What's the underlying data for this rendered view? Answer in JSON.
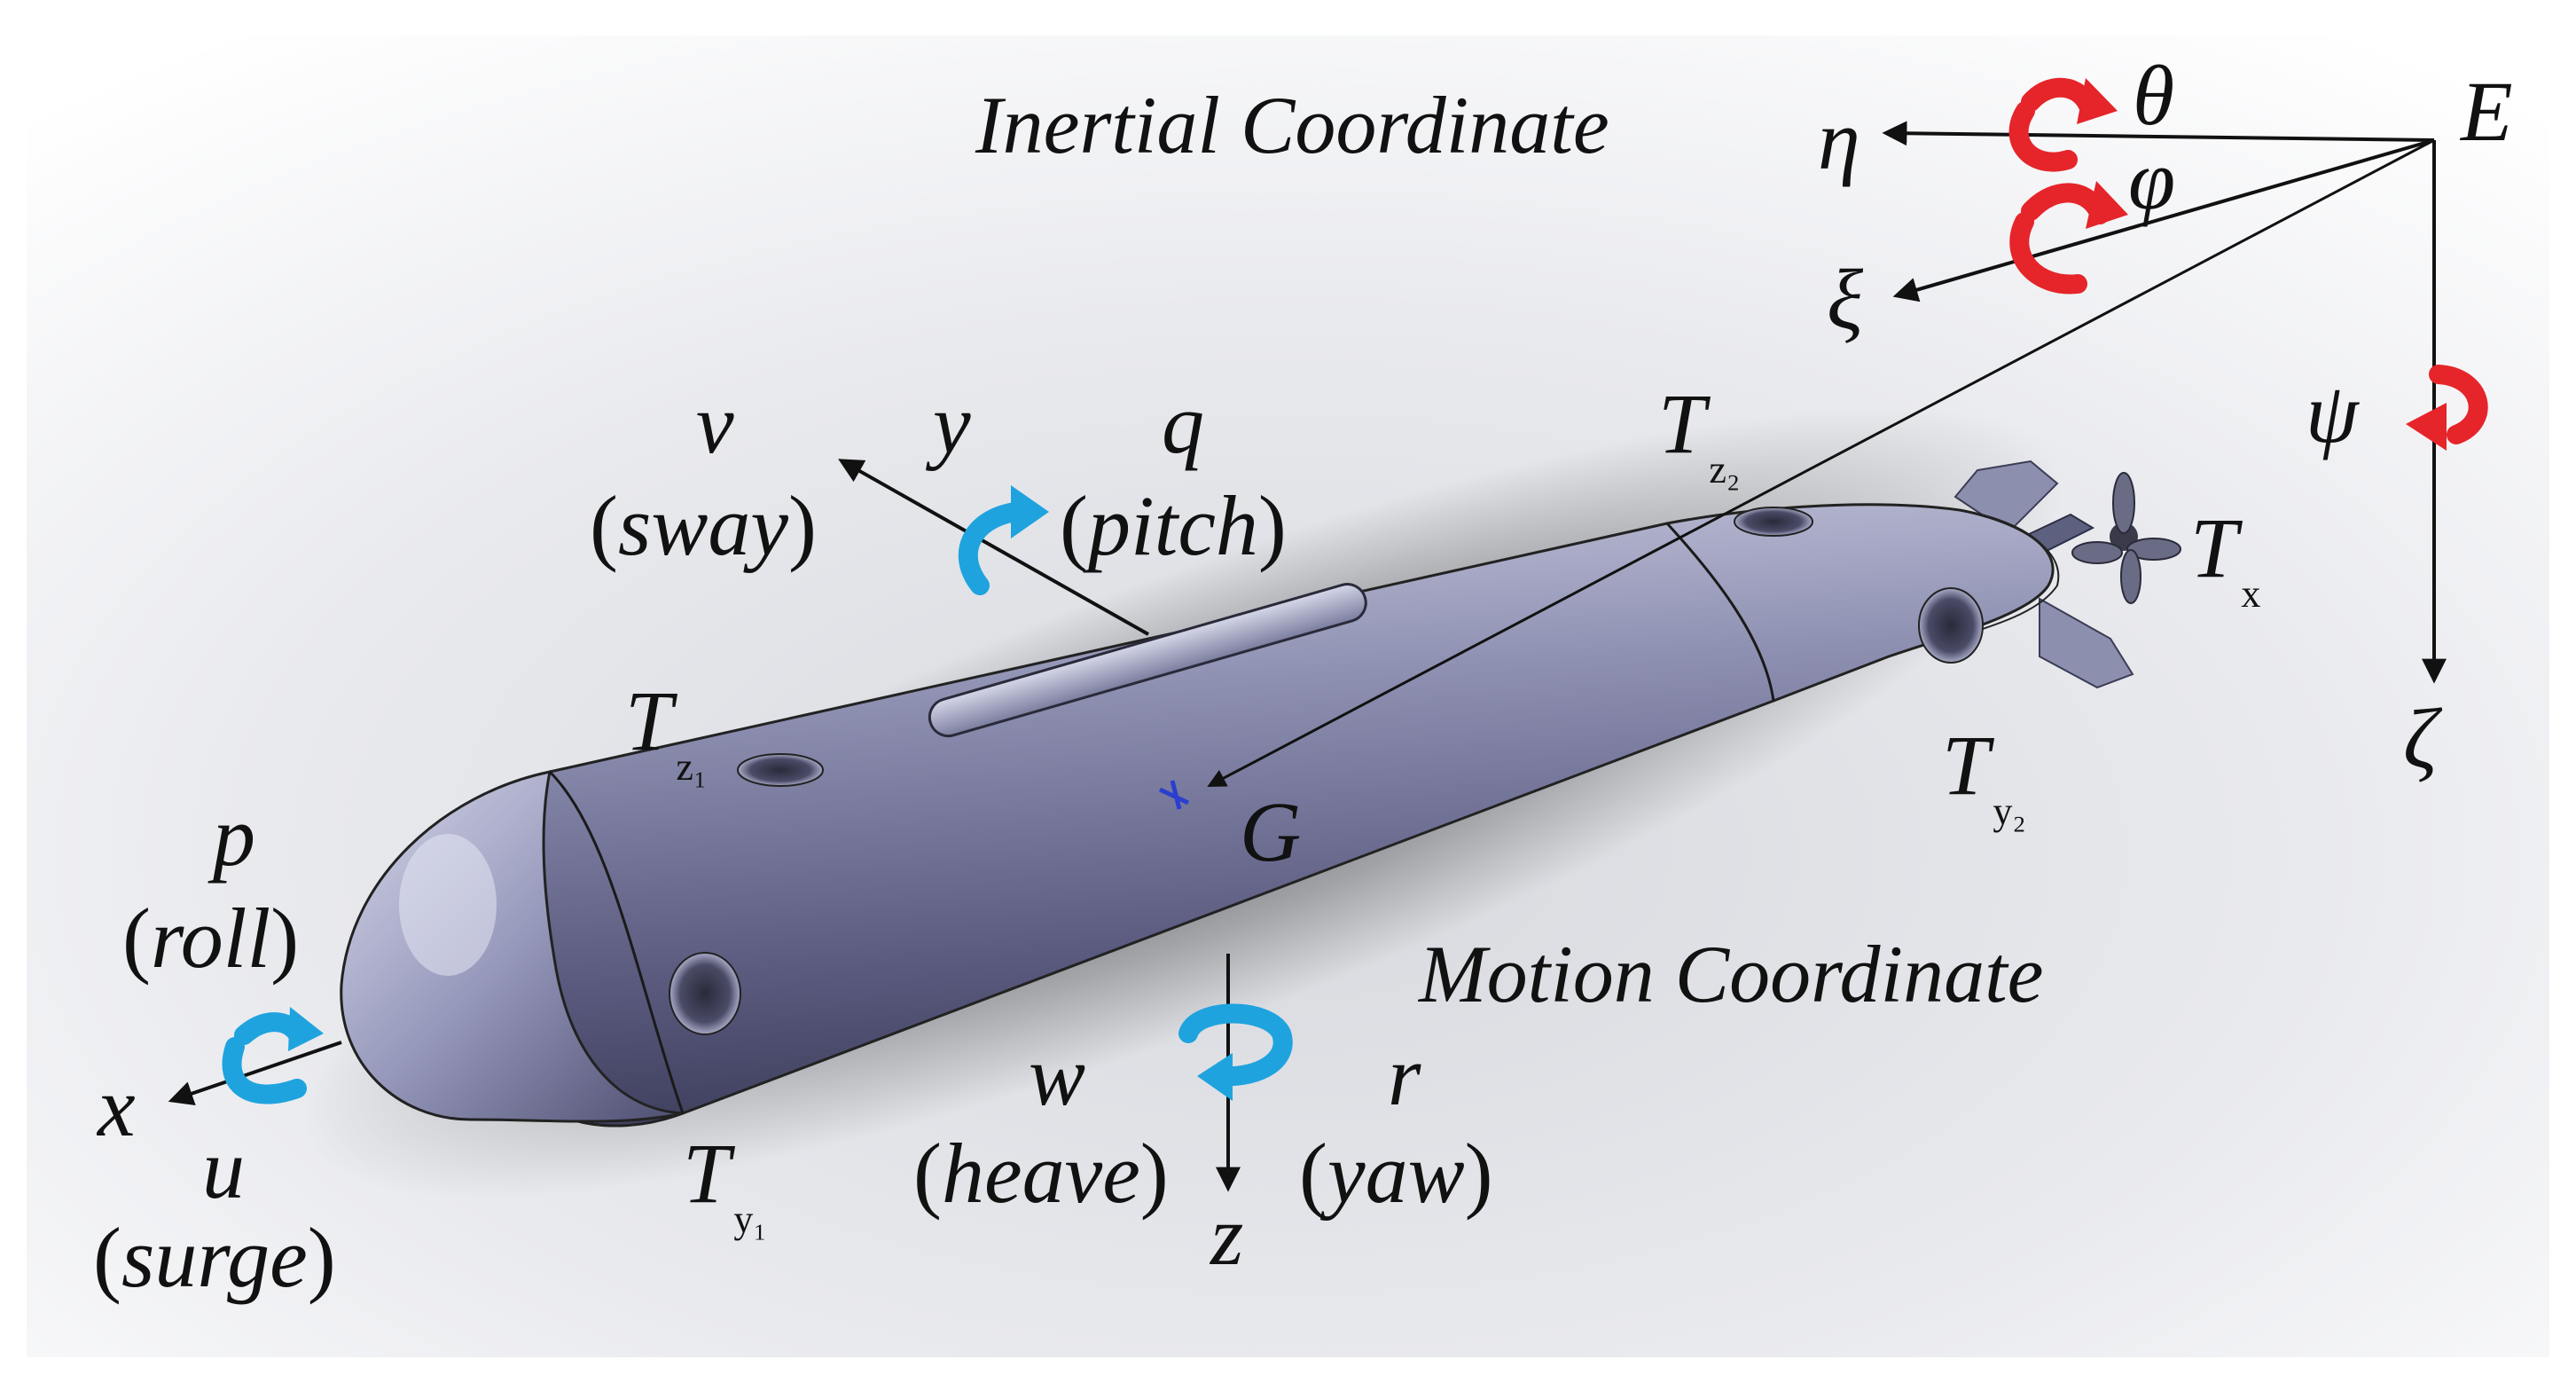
{
  "inertial_frame": {
    "title": "Inertial Coordinate",
    "origin": "E",
    "axes": {
      "eta": "η",
      "xi": "ξ",
      "zeta": "ζ"
    },
    "angles": {
      "theta": "θ",
      "phi": "φ",
      "psi": "ψ"
    },
    "rotation_arrow_color": "#e5252a"
  },
  "motion_frame": {
    "title": "Motion Coordinate",
    "center": "G",
    "axes": {
      "x": "x",
      "y": "y",
      "z": "z"
    },
    "rotation_arrow_color": "#1fa3de",
    "surge": {
      "symbol": "u",
      "name": "surge"
    },
    "sway": {
      "symbol": "v",
      "name": "sway"
    },
    "heave": {
      "symbol": "w",
      "name": "heave"
    },
    "roll": {
      "symbol": "p",
      "name": "roll"
    },
    "pitch": {
      "symbol": "q",
      "name": "pitch"
    },
    "yaw": {
      "symbol": "r",
      "name": "yaw"
    }
  },
  "thrusters": {
    "tx": {
      "main": "T",
      "sub": "x"
    },
    "ty1": {
      "main": "T",
      "sub": "y₁"
    },
    "ty2": {
      "main": "T",
      "sub": "y₂"
    },
    "tz1": {
      "main": "T",
      "sub": "z₁"
    },
    "tz2": {
      "main": "T",
      "sub": "z₂"
    }
  },
  "colors": {
    "hull": "#7e80a4",
    "hull_dark": "#3e3f5e",
    "background": "#e6e8ec"
  }
}
